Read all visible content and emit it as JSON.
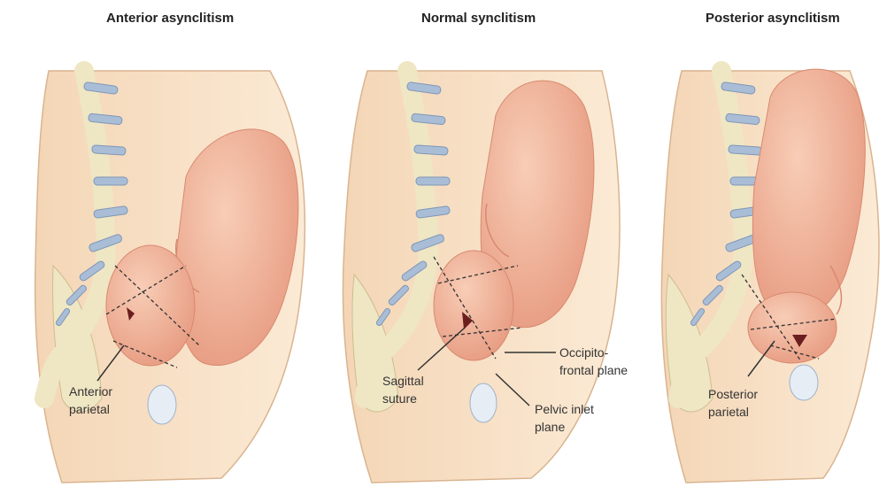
{
  "panels": [
    {
      "title": "Anterior asynclitism",
      "labels": {
        "main_1": "Anterior",
        "main_2": "parietal"
      }
    },
    {
      "title": "Normal synclitism",
      "labels": {
        "sagittal_1": "Sagittal",
        "sagittal_2": "suture",
        "occipito_1": "Occipito-",
        "occipito_2": "frontal plane",
        "pelvic_1": "Pelvic inlet",
        "pelvic_2": "plane"
      }
    },
    {
      "title": "Posterior asynclitism",
      "labels": {
        "main_1": "Posterior",
        "main_2": "parietal"
      }
    }
  ],
  "colors": {
    "skin": "#f7e2c6",
    "skin_edge": "#d9b48f",
    "fetus": "#f2b79e",
    "fetus_shade": "#e59a82",
    "vertebra": "#a9bdd6",
    "bone": "#efe6c4",
    "leader": "#333333"
  }
}
